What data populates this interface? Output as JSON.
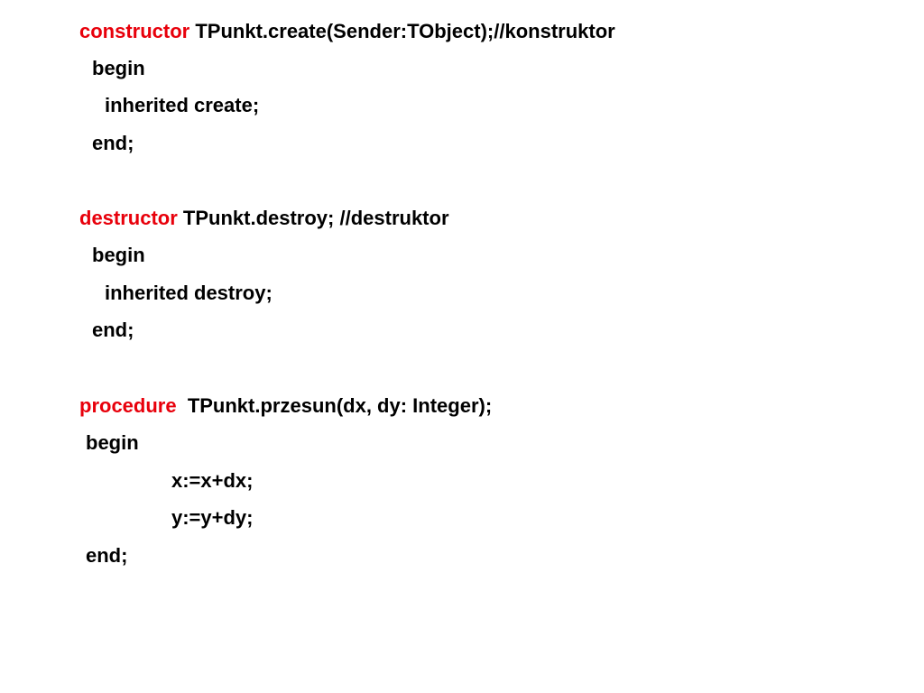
{
  "colors": {
    "keyword": "#e8000b",
    "text": "#000000",
    "background": "#ffffff"
  },
  "blocks": {
    "constructor": {
      "keyword": "constructor",
      "signature": " TPunkt.create(Sender:TObject);//konstruktor",
      "begin": "begin",
      "body": "inherited create;",
      "end": "end;"
    },
    "destructor": {
      "keyword": "destructor",
      "signature": " TPunkt.destroy; //destruktor",
      "begin": "begin",
      "body": "inherited destroy;",
      "end": "end;"
    },
    "procedure": {
      "keyword": "procedure",
      "signature": "  TPunkt.przesun(dx, dy: Integer);",
      "begin": "begin",
      "body": [
        "x:=x+dx;",
        "y:=y+dy;"
      ],
      "end": "end;"
    }
  }
}
